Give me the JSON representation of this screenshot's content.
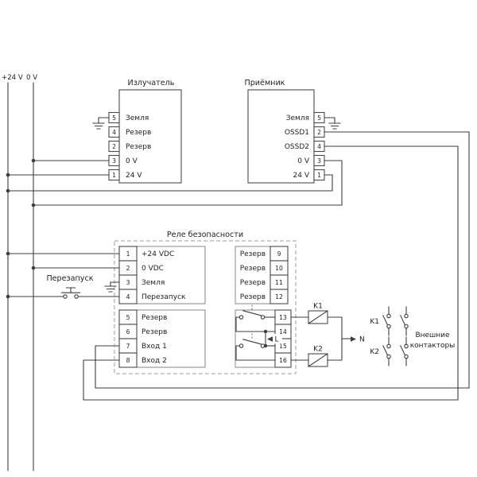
{
  "rails": {
    "plus24": "+24 V",
    "zero": "0 V"
  },
  "emitter": {
    "title": "Излучатель",
    "pins": [
      {
        "num": "5",
        "label": "Земля"
      },
      {
        "num": "4",
        "label": "Резерв"
      },
      {
        "num": "2",
        "label": "Резерв"
      },
      {
        "num": "3",
        "label": "0 V"
      },
      {
        "num": "1",
        "label": "24 V"
      }
    ]
  },
  "receiver": {
    "title": "Приёмник",
    "pins": [
      {
        "num": "5",
        "label": "Земля"
      },
      {
        "num": "2",
        "label": "OSSD1"
      },
      {
        "num": "4",
        "label": "OSSD2"
      },
      {
        "num": "3",
        "label": "0 V"
      },
      {
        "num": "1",
        "label": "24 V"
      }
    ]
  },
  "relay": {
    "title": "Реле безопасности",
    "left_top": [
      {
        "num": "1",
        "label": "+24 VDC"
      },
      {
        "num": "2",
        "label": "0 VDC"
      },
      {
        "num": "3",
        "label": "Земля"
      },
      {
        "num": "4",
        "label": "Перезапуск"
      }
    ],
    "right_top": [
      {
        "num": "9",
        "label": "Резерв"
      },
      {
        "num": "10",
        "label": "Резерв"
      },
      {
        "num": "11",
        "label": "Резерв"
      },
      {
        "num": "12",
        "label": "Резерв"
      }
    ],
    "left_bottom": [
      {
        "num": "5",
        "label": "Резерв"
      },
      {
        "num": "6",
        "label": "Резерв"
      },
      {
        "num": "7",
        "label": "Вход 1"
      },
      {
        "num": "8",
        "label": "Вход 2"
      }
    ],
    "right_bottom": [
      {
        "num": "13"
      },
      {
        "num": "14"
      },
      {
        "num": "15"
      },
      {
        "num": "16"
      }
    ]
  },
  "restart": {
    "label": "Перезапуск"
  },
  "supply": {
    "line": "L",
    "neutral": "N"
  },
  "coils": {
    "k1": "K1",
    "k2": "K2"
  },
  "external": {
    "k1": "K1",
    "k2": "K2",
    "caption1": "Внешние",
    "caption2": "контакторы"
  }
}
